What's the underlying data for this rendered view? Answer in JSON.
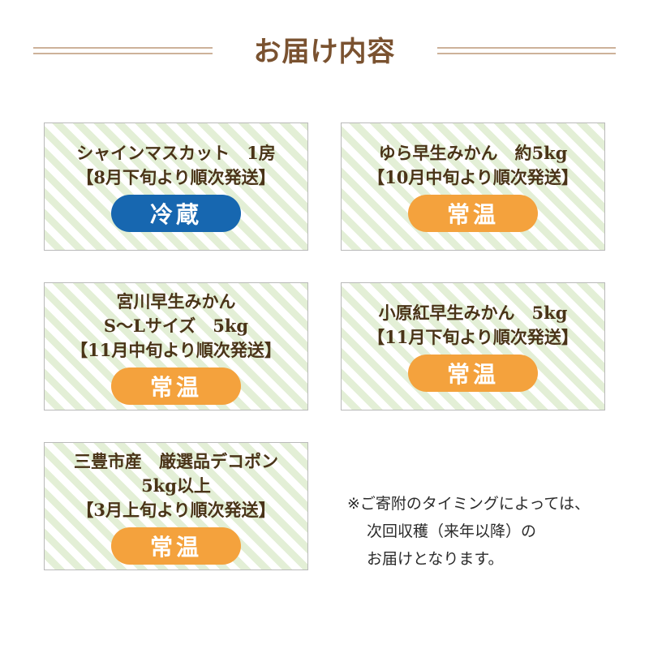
{
  "heading": "お届け内容",
  "cards": [
    {
      "lines": [
        "シャインマスカット　1房",
        "【8月下旬より順次発送】"
      ],
      "badge": "冷蔵",
      "badge_color": "#1767b0"
    },
    {
      "lines": [
        "ゆら早生みかん　約5kg",
        "【10月中旬より順次発送】"
      ],
      "badge": "常温",
      "badge_color": "#f4a23d"
    },
    {
      "lines": [
        "宮川早生みかん",
        "S～Lサイズ　5kg",
        "【11月中旬より順次発送】"
      ],
      "badge": "常温",
      "badge_color": "#f4a23d"
    },
    {
      "lines": [
        "小原紅早生みかん　5kg",
        "【11月下旬より順次発送】"
      ],
      "badge": "常温",
      "badge_color": "#f4a23d"
    },
    {
      "lines": [
        "三豊市産　厳選品デコポン",
        "5kg以上",
        "【3月上旬より順次発送】"
      ],
      "badge": "常温",
      "badge_color": "#f4a23d"
    }
  ],
  "note": [
    "※ご寄附のタイミングによっては、",
    "次回収穫（来年以降）の",
    "お届けとなります。"
  ]
}
